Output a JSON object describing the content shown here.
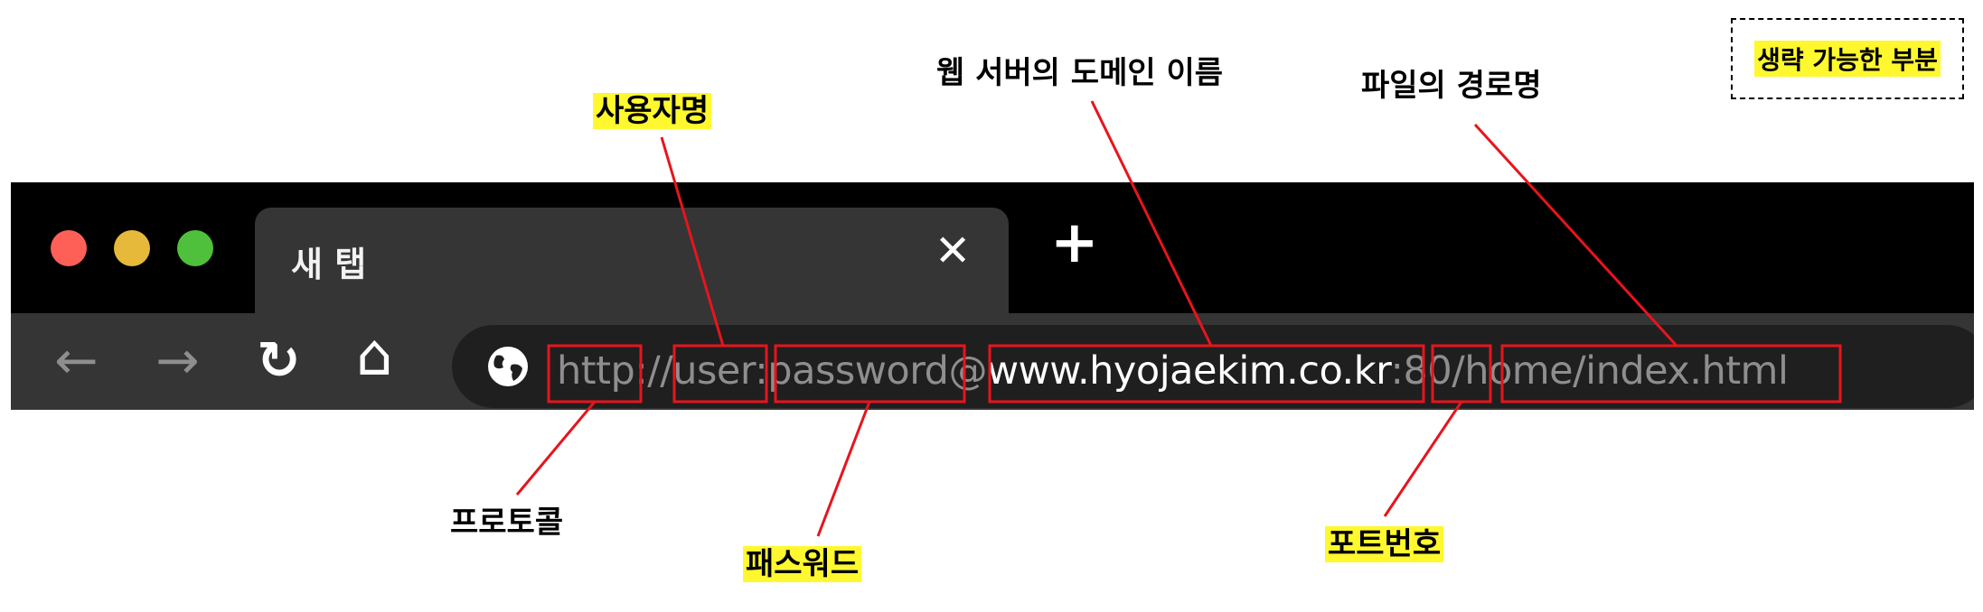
{
  "legend": {
    "text": "생략 가능한 부분"
  },
  "labels": {
    "username": "사용자명",
    "host": "웹 서버의 도메인 이름",
    "path": "파일의 경로명",
    "protocol": "프로토콜",
    "password": "패스워드",
    "port": "포트번호"
  },
  "browser": {
    "tab_title": "새 탭",
    "tab_close": "✕",
    "new_tab": "+",
    "back_icon": "←",
    "forward_icon": "→",
    "reload_icon": "↻",
    "home_icon": "⌂",
    "url_parts": {
      "protocol": "http",
      "sep1": "://",
      "user": "user",
      "sep2": ":",
      "password": "password",
      "at": "@",
      "host": "www.hyojaekim.co.kr",
      "sep3": ":",
      "port": "80",
      "path": "/home/index.html"
    }
  },
  "colors": {
    "callout": "#e8141c",
    "highlight": "#fff82e",
    "browser_bg": "#000000",
    "toolbar_bg": "#353535",
    "traffic_red": "#fe5f57",
    "traffic_yellow": "#e6b93b",
    "traffic_green": "#4fc03b"
  }
}
